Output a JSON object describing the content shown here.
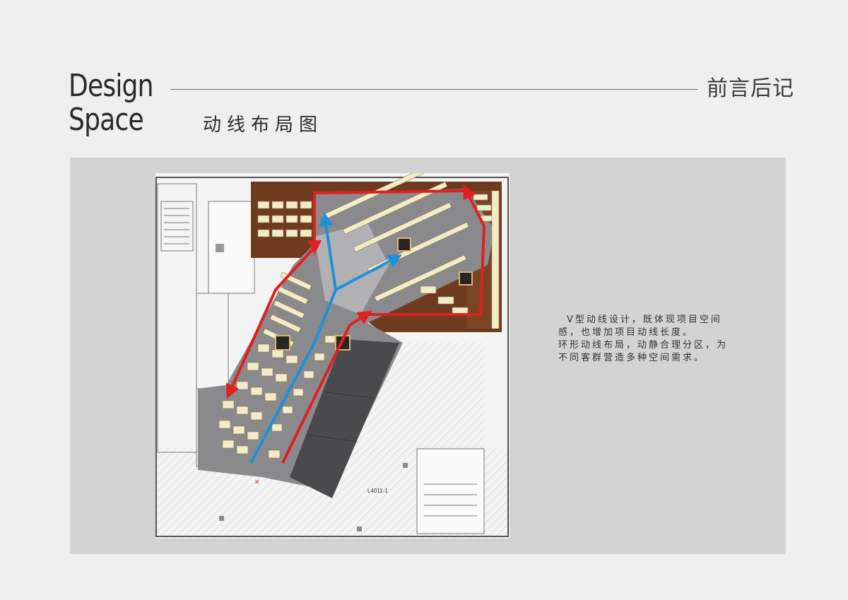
{
  "header": {
    "title_line1": "Design",
    "title_line2": "Space",
    "subtitle": "动线布局图",
    "brand": "前言后记"
  },
  "plan": {
    "unit_label": "L4011-1",
    "colors": {
      "floor_wood": "#6e3b1f",
      "aisle_gray": "#8a8a8c",
      "flow_red": "#e02020",
      "flow_blue": "#1e90d8",
      "furniture": "#f3ecc8"
    }
  },
  "notes": {
    "line1": "V型动线设计，既体现项目空间感，也增加项目动线长度。",
    "line2": "环形动线布局，动静合理分区，为不同客群营造多种空间需求。"
  }
}
